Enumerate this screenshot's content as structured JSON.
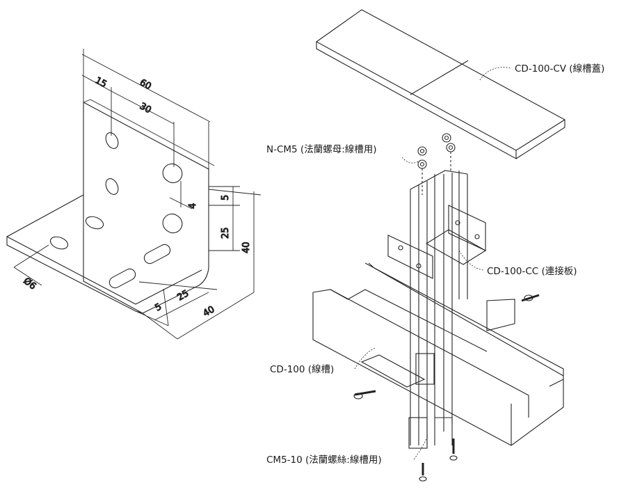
{
  "bracket": {
    "dims": {
      "d60": "60",
      "d15": "15",
      "d30": "30",
      "d5a": "5",
      "d4": "4",
      "d25v": "25",
      "d40v": "40",
      "d25h": "25",
      "d5b": "5",
      "d40h": "40",
      "dia": "Ø6"
    }
  },
  "assembly": {
    "labels": {
      "cover": "CD-100-CV (線槽蓋)",
      "nut": "N-CM5 (法蘭螺母:線槽用)",
      "connector": "CD-100-CC (連接板)",
      "duct": "CD-100 (線槽)",
      "screw": "CM5-10 (法蘭螺絲:線槽用)"
    }
  }
}
